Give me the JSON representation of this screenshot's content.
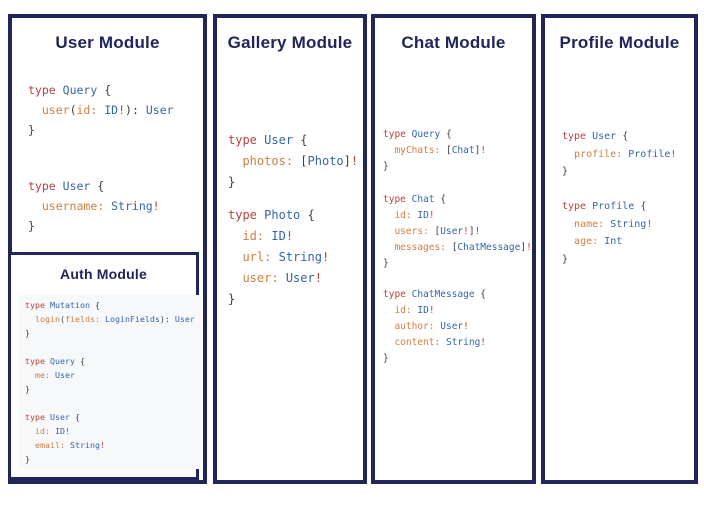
{
  "palette": {
    "navy": "#22255a",
    "keyword": "#b5423c",
    "typeName": "#3465a8",
    "field": "#ce7f42",
    "bang": "#c24036",
    "punct": "#3f3f3f"
  },
  "modules": {
    "user": {
      "title": "User Module",
      "blocks": [
        [
          "type Query {",
          "  user(id: ID!): User",
          "}"
        ],
        [
          "type User {",
          "  username: String!",
          "}"
        ]
      ]
    },
    "auth": {
      "title": "Auth Module",
      "blocks": [
        [
          "type Mutation {",
          "  login(fields: LoginFields): User",
          "}",
          "",
          "type Query {",
          "  me: User",
          "}",
          "",
          "type User {",
          "  id: ID!",
          "  email: String!",
          "}"
        ]
      ]
    },
    "gallery": {
      "title": "Gallery Module",
      "blocks": [
        [
          "type User {",
          "  photos: [Photo]!",
          "}"
        ],
        [
          "type Photo {",
          "  id: ID!",
          "  url: String!",
          "  user: User!",
          "}"
        ]
      ]
    },
    "chat": {
      "title": "Chat Module",
      "blocks": [
        [
          "type Query {",
          "  myChats: [Chat]!",
          "}"
        ],
        [
          "type Chat {",
          "  id: ID!",
          "  users: [User!]!",
          "  messages: [ChatMessage]!",
          "}"
        ],
        [
          "type ChatMessage {",
          "  id: ID!",
          "  author: User!",
          "  content: String!",
          "}"
        ]
      ]
    },
    "profile": {
      "title": "Profile Module",
      "blocks": [
        [
          "type User {",
          "  profile: Profile!",
          "}"
        ],
        [
          "type Profile {",
          "  name: String!",
          "  age: Int",
          "}"
        ]
      ]
    }
  }
}
